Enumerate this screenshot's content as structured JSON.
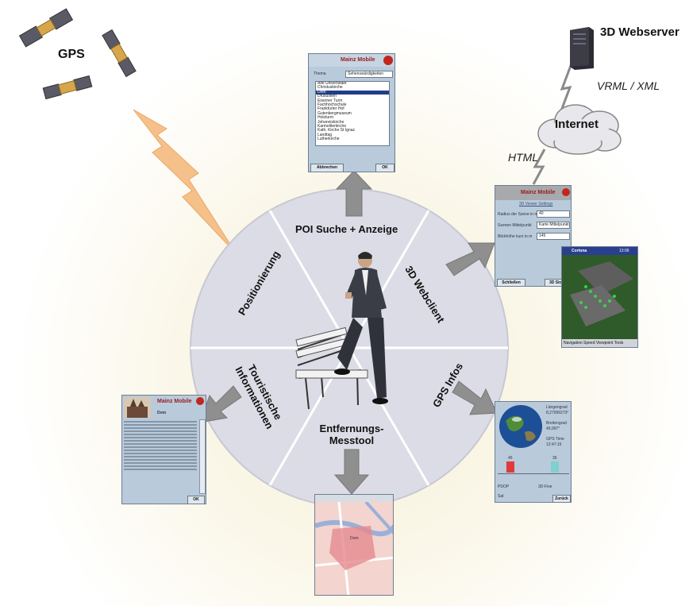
{
  "labels": {
    "gps": "GPS",
    "webserver": "3D Webserver",
    "vrml": "VRML / XML",
    "internet": "Internet",
    "html": "HTML"
  },
  "segments": {
    "poi": "POI Suche + Anzeige",
    "webclient": "3D Webclient",
    "gps_infos": "GPS Infos",
    "distance_line1": "Entfernungs-",
    "distance_line2": "Messtool",
    "tourist_line1": "Touristische",
    "tourist_line2": "Informationen",
    "position": "Positionierung"
  },
  "poi_screen": {
    "app_title": "Mainz Mobile",
    "theme_label": "Thema",
    "theme_value": "Sehenswürdigkeiten",
    "items": [
      "Alte Universitaet",
      "Christuskirche",
      "Dom",
      "Drusustein",
      "Eiserner Turm",
      "Fachhochschule",
      "Frankfurter Hof",
      "Gutenbergmuseum",
      "Holzturm",
      "Johanniskirche",
      "Karmeliterkirche",
      "Kath. Kirche St Ignaz",
      "Landtag",
      "Lutherkirche"
    ],
    "cancel": "Abbrechen",
    "ok": "OK"
  },
  "web_screen": {
    "app_title": "Mainz Mobile",
    "subtitle": "3D Viewer Settings",
    "field1_label": "Radius der Szene in m",
    "field1_value": "40",
    "field2_label": "Szenen Mittelpunkt",
    "field2_value": "Karte Mittelpunkt",
    "field3_label": "Blickhöhe kurz in m",
    "field3_value": "145",
    "close": "Schließen",
    "view3d": "3D Sicht"
  },
  "viewer_screen": {
    "app_name": "Cortona",
    "time": "13:06",
    "menu": "Navigation Speed Viewpoint Tools"
  },
  "gps_screen": {
    "lon_label": "Längengrad",
    "lon_value": "8,27999273°",
    "lat_label": "Breitengrad",
    "lat_value": "49,997°",
    "time_label": "GPS Time",
    "time_value": "12:47:15",
    "bar1": "45",
    "bar2": "36",
    "pdop": "PDOP",
    "mode": "3D-Fixe",
    "sat": "Sat",
    "back": "Zurück"
  },
  "tourist_screen": {
    "app_title": "Mainz Mobile",
    "heading": "Dom",
    "ok": "OK"
  },
  "map_screen": {
    "place": "Dom"
  },
  "colors": {
    "disc": "#dcdce6",
    "disc_line": "#ffffff",
    "arrow": "#8f8f8f",
    "lightning": "#f5c08a",
    "cloud": "#e8e8ec",
    "accent_red": "#9b1b1b"
  }
}
